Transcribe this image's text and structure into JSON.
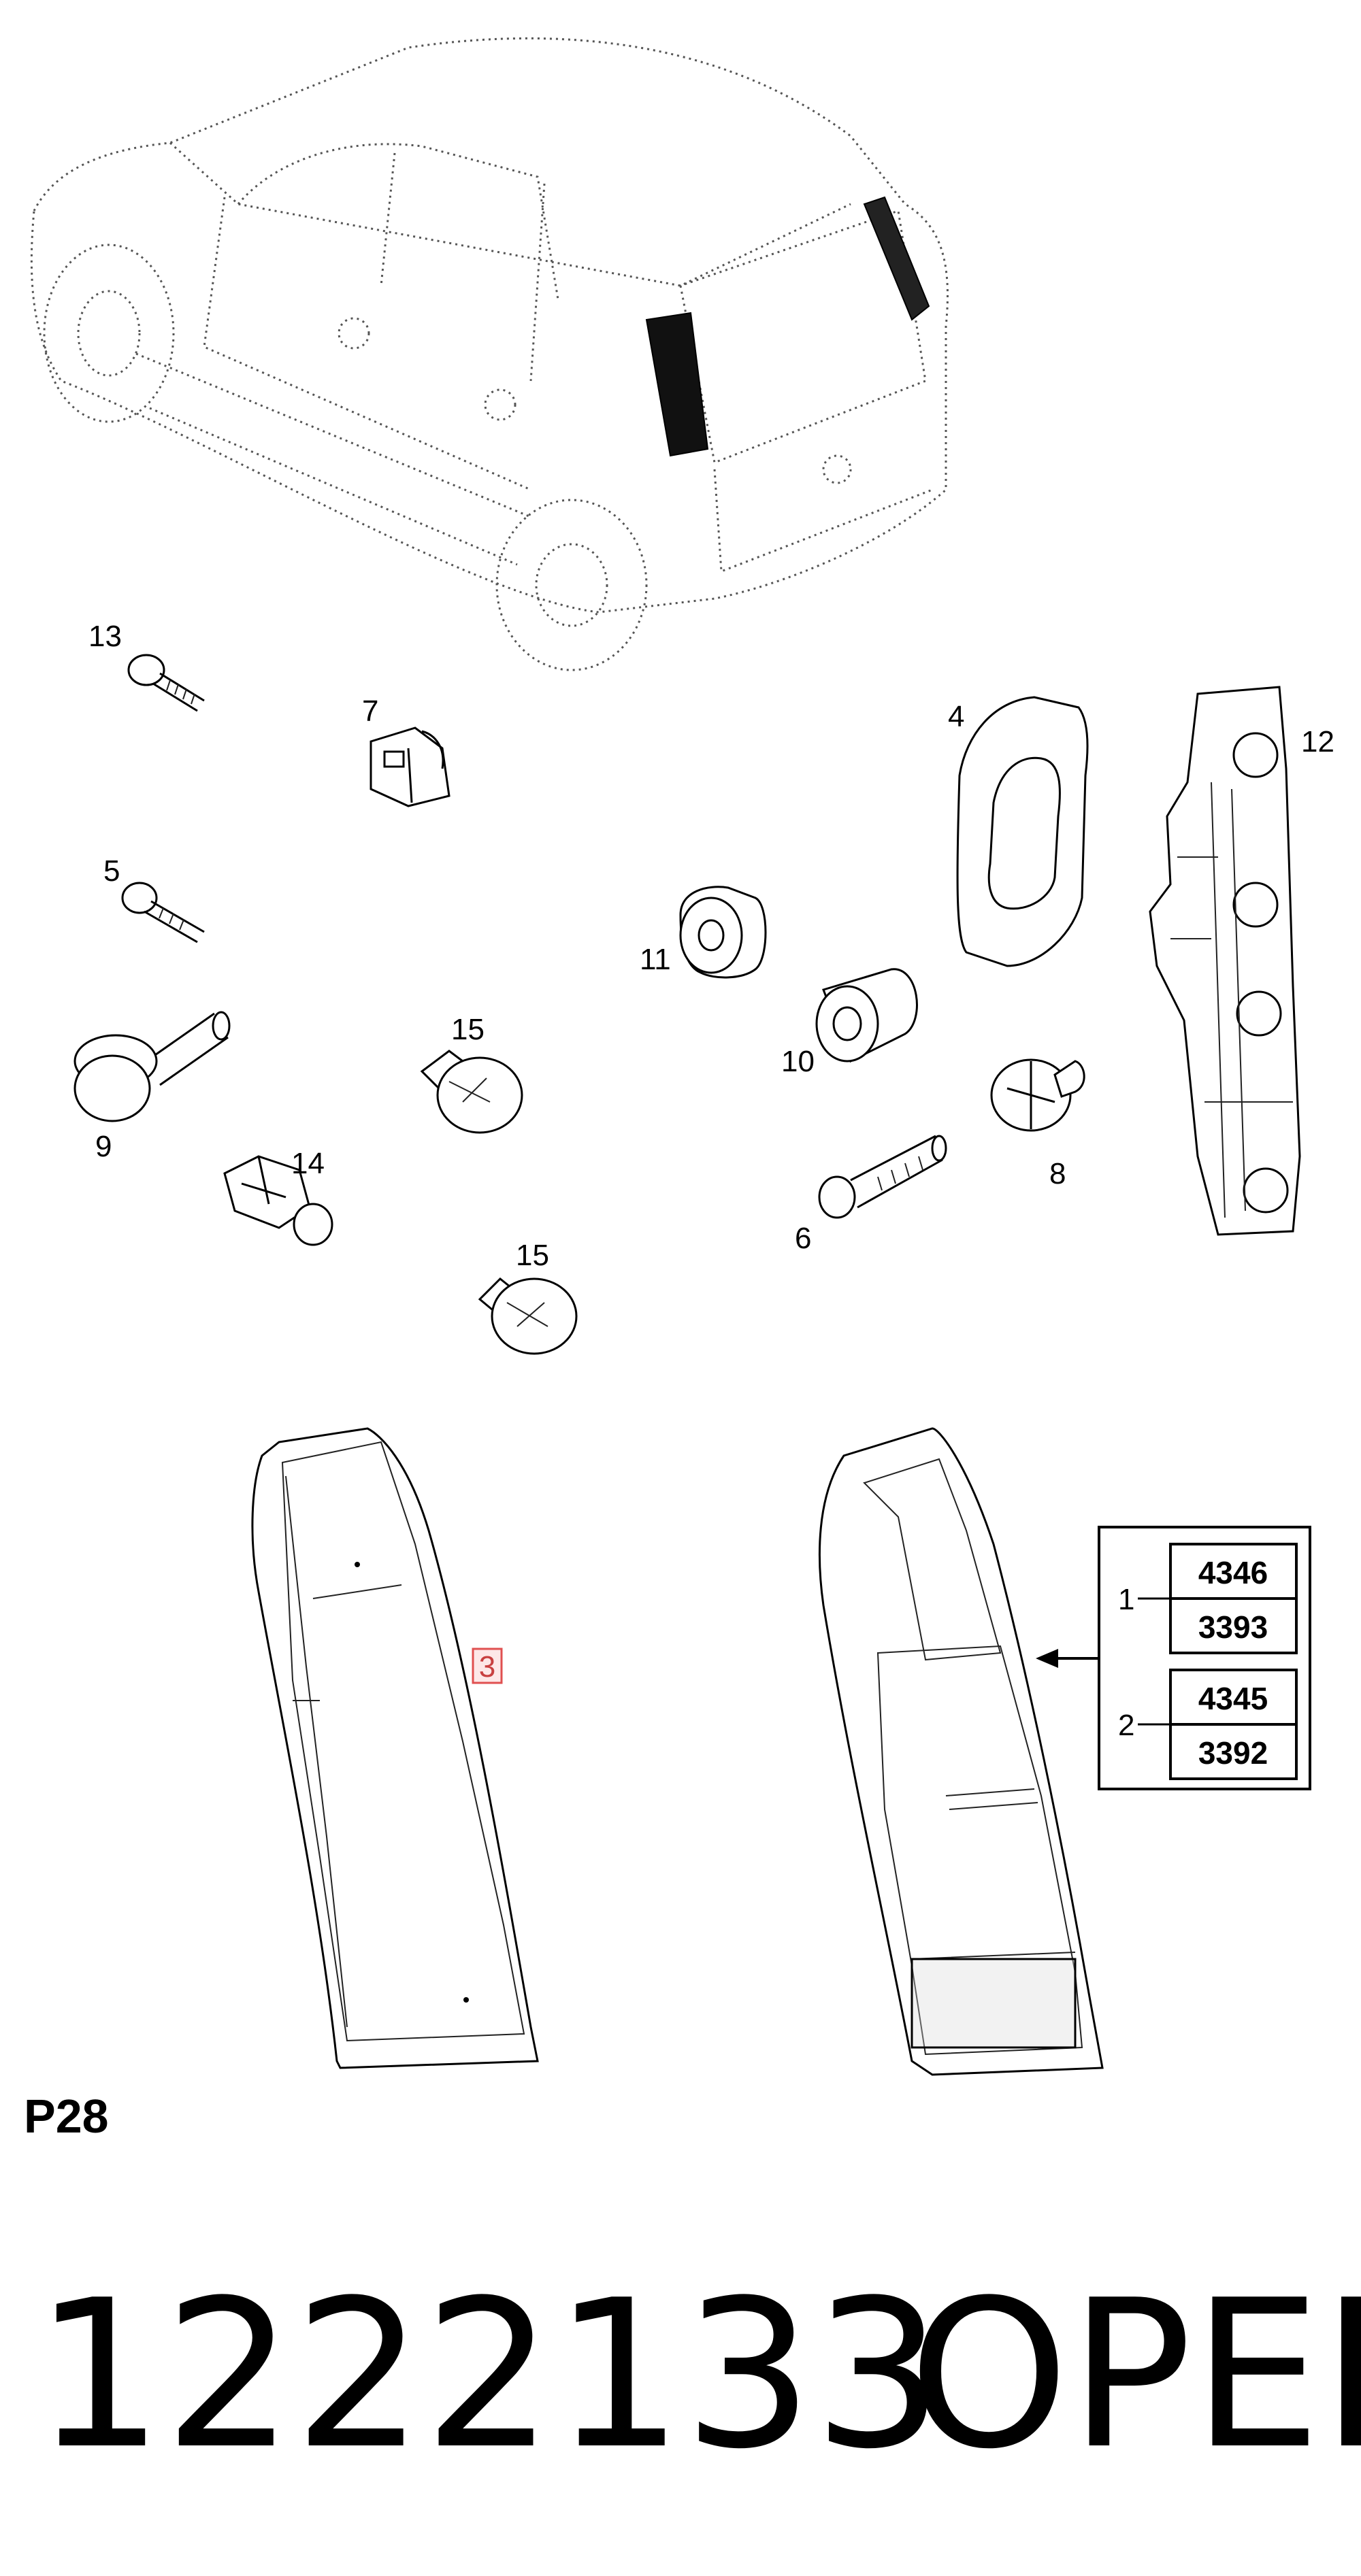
{
  "callouts": {
    "c13": "13",
    "c7": "7",
    "c4": "4",
    "c12": "12",
    "c5": "5",
    "c11": "11",
    "c15a": "15",
    "c10": "10",
    "c9": "9",
    "c14": "14",
    "c8": "8",
    "c6": "6",
    "c15b": "15",
    "c3": "3"
  },
  "variant_table": {
    "rows": [
      {
        "label": "1",
        "codes": [
          "4346",
          "3393"
        ]
      },
      {
        "label": "2",
        "codes": [
          "4345",
          "3392"
        ]
      }
    ]
  },
  "page_code": "P28",
  "part_number": "1222133",
  "brand": "OPEL",
  "colors": {
    "highlight_box": "#e05050",
    "ink": "#000000"
  }
}
